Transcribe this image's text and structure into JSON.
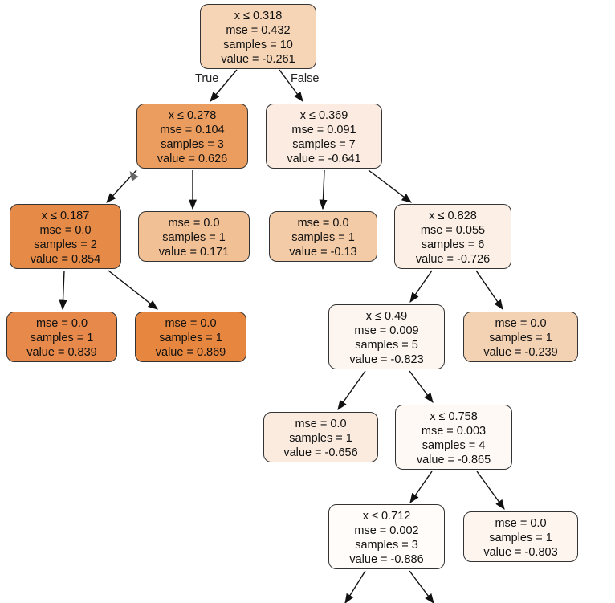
{
  "edge_labels": {
    "true_label": "True",
    "false_label": "False"
  },
  "nodes": [
    {
      "id": "n0",
      "split": "x ≤ 0.318",
      "mse": "mse = 0.432",
      "samples": "samples = 10",
      "value": "value = -0.261",
      "color": "#f6d5b7"
    },
    {
      "id": "n1",
      "split": "x ≤ 0.278",
      "mse": "mse = 0.104",
      "samples": "samples = 3",
      "value": "value = 0.626",
      "color": "#eb9d5f"
    },
    {
      "id": "n2",
      "split": "x ≤ 0.369",
      "mse": "mse = 0.091",
      "samples": "samples = 7",
      "value": "value = -0.641",
      "color": "#fbebe0"
    },
    {
      "id": "n3",
      "split": "x ≤ 0.187",
      "mse": "mse = 0.0",
      "samples": "samples = 2",
      "value": "value = 0.854",
      "color": "#e68a47"
    },
    {
      "id": "n4",
      "split": "",
      "mse": "mse = 0.0",
      "samples": "samples = 1",
      "value": "value = 0.171",
      "color": "#f2c095"
    },
    {
      "id": "n5",
      "split": "",
      "mse": "mse = 0.0",
      "samples": "samples = 1",
      "value": "value = -0.13",
      "color": "#f3cba6"
    },
    {
      "id": "n6",
      "split": "x ≤ 0.828",
      "mse": "mse = 0.055",
      "samples": "samples = 6",
      "value": "value = -0.726",
      "color": "#fcf0e6"
    },
    {
      "id": "n7",
      "split": "",
      "mse": "mse = 0.0",
      "samples": "samples = 1",
      "value": "value = 0.839",
      "color": "#e6894a"
    },
    {
      "id": "n8",
      "split": "",
      "mse": "mse = 0.0",
      "samples": "samples = 1",
      "value": "value = 0.869",
      "color": "#e6863f"
    },
    {
      "id": "n9",
      "split": "x ≤ 0.49",
      "mse": "mse = 0.009",
      "samples": "samples = 5",
      "value": "value = -0.823",
      "color": "#fdf6f0"
    },
    {
      "id": "n10",
      "split": "",
      "mse": "mse = 0.0",
      "samples": "samples = 1",
      "value": "value = -0.239",
      "color": "#f3d1b3"
    },
    {
      "id": "n11",
      "split": "",
      "mse": "mse = 0.0",
      "samples": "samples = 1",
      "value": "value = -0.656",
      "color": "#fbebdf"
    },
    {
      "id": "n12",
      "split": "x ≤ 0.758",
      "mse": "mse = 0.003",
      "samples": "samples = 4",
      "value": "value = -0.865",
      "color": "#fef9f5"
    },
    {
      "id": "n13",
      "split": "x ≤ 0.712",
      "mse": "mse = 0.002",
      "samples": "samples = 3",
      "value": "value = -0.886",
      "color": "#fffcf9"
    },
    {
      "id": "n14",
      "split": "",
      "mse": "mse = 0.0",
      "samples": "samples = 1",
      "value": "value = -0.803",
      "color": "#fdf5ee"
    }
  ],
  "edges": [
    [
      "n0",
      "n1"
    ],
    [
      "n0",
      "n2"
    ],
    [
      "n1",
      "n3"
    ],
    [
      "n1",
      "n4"
    ],
    [
      "n2",
      "n5"
    ],
    [
      "n2",
      "n6"
    ],
    [
      "n3",
      "n7"
    ],
    [
      "n3",
      "n8"
    ],
    [
      "n6",
      "n9"
    ],
    [
      "n6",
      "n10"
    ],
    [
      "n9",
      "n11"
    ],
    [
      "n9",
      "n12"
    ],
    [
      "n12",
      "n13"
    ],
    [
      "n12",
      "n14"
    ],
    [
      "n13",
      "n15"
    ],
    [
      "n13",
      "n16"
    ]
  ]
}
